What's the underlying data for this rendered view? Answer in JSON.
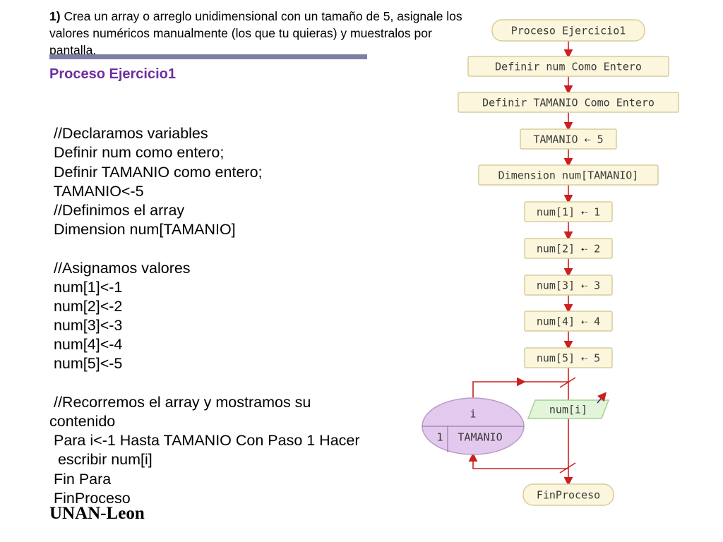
{
  "exercise": {
    "number": "1)",
    "text": "Crea un array o arreglo unidimensional con un tamaño de 5, asignale los valores numéricos manualmente (los que tu quieras) y muestralos por pantalla."
  },
  "code_title": "Proceso Ejercicio1",
  "code_lines": [
    "",
    " //Declaramos variables",
    " Definir num como entero;",
    " Definir TAMANIO como entero;",
    " TAMANIO<-5",
    " //Definimos el array",
    " Dimension num[TAMANIO]",
    "",
    " //Asignamos valores",
    " num[1]<-1",
    " num[2]<-2",
    " num[3]<-3",
    " num[4]<-4",
    " num[5]<-5",
    "",
    " //Recorremos el array y mostramos su",
    "contenido",
    " Para i<-1 Hasta TAMANIO Con Paso 1 Hacer",
    "  escribir num[i]",
    " Fin Para",
    " FinProceso"
  ],
  "brand": "UNAN-Leon",
  "flowchart": {
    "start": "Proceso Ejercicio1",
    "steps": [
      "Definir num Como Entero",
      "Definir TAMANIO Como Entero",
      "TAMANIO ⇠ 5",
      "Dimension num[TAMANIO]",
      "num[1] ⇠ 1",
      "num[2] ⇠ 2",
      "num[3] ⇠ 3",
      "num[4] ⇠ 4",
      "num[5] ⇠ 5"
    ],
    "loop": {
      "var": "i",
      "start": "1",
      "end": "TAMANIO"
    },
    "output": "num[i]",
    "end": "FinProceso",
    "colors": {
      "box_fill": "#fbf6dc",
      "box_stroke": "#d5cd9e",
      "arrow": "#cc2020",
      "loop_fill": "#e4c9ef",
      "io_fill": "#e2f5d9",
      "io_stroke": "#a5cf95",
      "text": "#3a3a3a"
    }
  }
}
